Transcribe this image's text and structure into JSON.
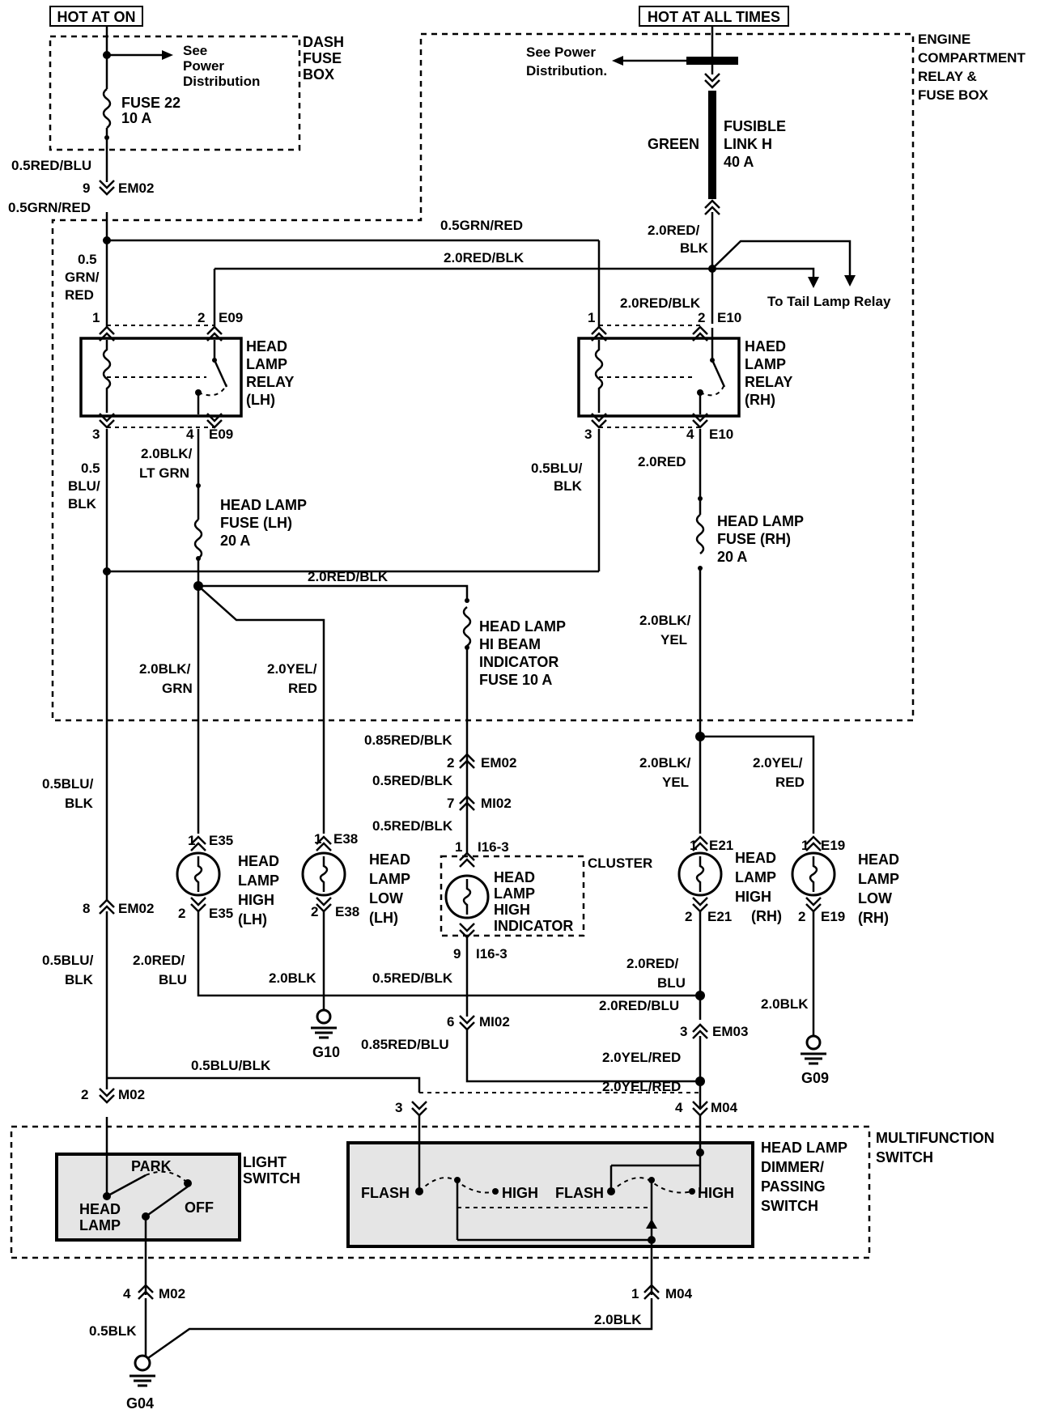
{
  "headers": {
    "hot_at_on": "HOT AT ON",
    "hot_at_all_times": "HOT AT ALL TIMES"
  },
  "boxes": {
    "dash_fuse_box": [
      "DASH",
      "FUSE",
      "BOX"
    ],
    "engine_box": [
      "ENGINE",
      "COMPARTMENT",
      "RELAY &",
      "FUSE BOX"
    ],
    "multifunction": [
      "MULTIFUNCTION",
      "SWITCH"
    ],
    "cluster": "CLUSTER"
  },
  "notes": {
    "see_power_dist_left": [
      "See",
      "Power",
      "Distribution"
    ],
    "see_power_dist_right": [
      "See Power",
      "Distribution."
    ],
    "to_tail_lamp_relay": "To Tail Lamp Relay"
  },
  "fuses": {
    "fuse22": [
      "FUSE 22",
      "10 A"
    ],
    "fusible_link": [
      "FUSIBLE",
      "LINK H",
      "40 A"
    ],
    "fusible_link_color": "GREEN",
    "hl_fuse_lh": [
      "HEAD LAMP",
      "FUSE (LH)",
      "20 A"
    ],
    "hl_fuse_rh": [
      "HEAD LAMP",
      "FUSE (RH)",
      "20 A"
    ],
    "hi_beam_fuse": [
      "HEAD LAMP",
      "HI BEAM",
      "INDICATOR",
      "FUSE 10 A"
    ]
  },
  "relays": {
    "lh": [
      "HEAD",
      "LAMP",
      "RELAY",
      "(LH)"
    ],
    "rh": [
      "HAED",
      "LAMP",
      "RELAY",
      "(RH)"
    ]
  },
  "lamps": {
    "high_lh": [
      "HEAD",
      "LAMP",
      "HIGH",
      "(LH)"
    ],
    "low_lh": [
      "HEAD",
      "LAMP",
      "LOW",
      "(LH)"
    ],
    "indicator": [
      "HEAD",
      "LAMP",
      "HIGH",
      "INDICATOR"
    ],
    "high_rh": [
      "HEAD",
      "LAMP",
      "HIGH",
      "(RH)"
    ],
    "low_rh": [
      "HEAD",
      "LAMP",
      "LOW",
      "(RH)"
    ]
  },
  "switches": {
    "light_switch": [
      "LIGHT",
      "SWITCH"
    ],
    "park": "PARK",
    "head_lamp": [
      "HEAD",
      "LAMP"
    ],
    "off": "OFF",
    "dimmer": [
      "HEAD LAMP",
      "DIMMER/",
      "PASSING",
      "SWITCH"
    ],
    "flash": "FLASH",
    "high": "HIGH"
  },
  "grounds": {
    "g10": "G10",
    "g09": "G09",
    "g04": "G04"
  },
  "wires": {
    "w_05redblu": "0.5RED/BLU",
    "w_05grnred": "0.5GRN/RED",
    "w_05grnred_top": "0.5GRN/RED",
    "w_05_grn_red": [
      "0.5",
      "GRN/",
      "RED"
    ],
    "w_20redblk_top": "2.0RED/BLK",
    "w_20redblk_fl": [
      "2.0RED/",
      "BLK"
    ],
    "w_20redblk_e10": "2.0RED/BLK",
    "w_05blublk_e09": [
      "0.5",
      "BLU/",
      "BLK"
    ],
    "w_20blkltgrn": [
      "2.0BLK/",
      "LT GRN"
    ],
    "w_05blublk_e10": [
      "0.5BLU/",
      "BLK"
    ],
    "w_20red": "2.0RED",
    "w_20redblk_mid": "2.0RED/BLK",
    "w_20blkyel_rh": [
      "2.0BLK/",
      "YEL"
    ],
    "w_20blkgrn": [
      "2.0BLK/",
      "GRN"
    ],
    "w_20yelred_lh": [
      "2.0YEL/",
      "RED"
    ],
    "w_085redblk": "0.85RED/BLK",
    "w_05redblk_a": "0.5RED/BLK",
    "w_05redblk_b": "0.5RED/BLK",
    "w_05blublk_lower": [
      "0.5BLU/",
      "BLK"
    ],
    "w_20blkyel_e21": [
      "2.0BLK/",
      "YEL"
    ],
    "w_20yelred_rh": [
      "2.0YEL/",
      "RED"
    ],
    "w_05blublk_em02": [
      "0.5BLU/",
      "BLK"
    ],
    "w_20redblu_lh": [
      "2.0RED/",
      "BLU"
    ],
    "w_20blk_g10": "2.0BLK",
    "w_05redblk_c": "0.5RED/BLK",
    "w_20redblu_rh": [
      "2.0RED/",
      "BLU"
    ],
    "w_20redblu_em03": "2.0RED/BLU",
    "w_20blk_g09": "2.0BLK",
    "w_085redblu": "0.85RED/BLU",
    "w_20yelred_em03": "2.0YEL/RED",
    "w_05blublk_m02": "0.5BLU/BLK",
    "w_20yelred_m04": "2.0YEL/RED",
    "w_05blk": "0.5BLK",
    "w_20blk_m04": "2.0BLK"
  },
  "connectors": {
    "em02_9": {
      "pin": "9",
      "id": "EM02"
    },
    "e09_1": {
      "pin": "1",
      "id": ""
    },
    "e09_2": {
      "pin": "2",
      "id": "E09"
    },
    "e09_3": {
      "pin": "3",
      "id": ""
    },
    "e09_4": {
      "pin": "4",
      "id": "E09"
    },
    "e10_1": {
      "pin": "1",
      "id": ""
    },
    "e10_2": {
      "pin": "2",
      "id": "E10"
    },
    "e10_3": {
      "pin": "3",
      "id": ""
    },
    "e10_4": {
      "pin": "4",
      "id": "E10"
    },
    "em02_2": {
      "pin": "2",
      "id": "EM02"
    },
    "mi02_7": {
      "pin": "7",
      "id": "MI02"
    },
    "i16_1": {
      "pin": "1",
      "id": "I16-3"
    },
    "i16_9": {
      "pin": "9",
      "id": "I16-3"
    },
    "mi02_6": {
      "pin": "6",
      "id": "MI02"
    },
    "e35_1": {
      "pin": "1",
      "id": "E35"
    },
    "e35_2": {
      "pin": "2",
      "id": "E35"
    },
    "e38_1": {
      "pin": "1",
      "id": "E38"
    },
    "e38_2": {
      "pin": "2",
      "id": "E38"
    },
    "e21_1": {
      "pin": "1",
      "id": "E21"
    },
    "e21_2": {
      "pin": "2",
      "id": "E21"
    },
    "e19_1": {
      "pin": "1",
      "id": "E19"
    },
    "e19_2": {
      "pin": "2",
      "id": "E19"
    },
    "em02_8": {
      "pin": "8",
      "id": "EM02"
    },
    "em03_3": {
      "pin": "3",
      "id": "EM03"
    },
    "m02_2": {
      "pin": "2",
      "id": "M02"
    },
    "m02_3": {
      "pin": "3",
      "id": ""
    },
    "m04_4": {
      "pin": "4",
      "id": "M04"
    },
    "m02_4": {
      "pin": "4",
      "id": "M02"
    },
    "m04_1": {
      "pin": "1",
      "id": "M04"
    }
  }
}
